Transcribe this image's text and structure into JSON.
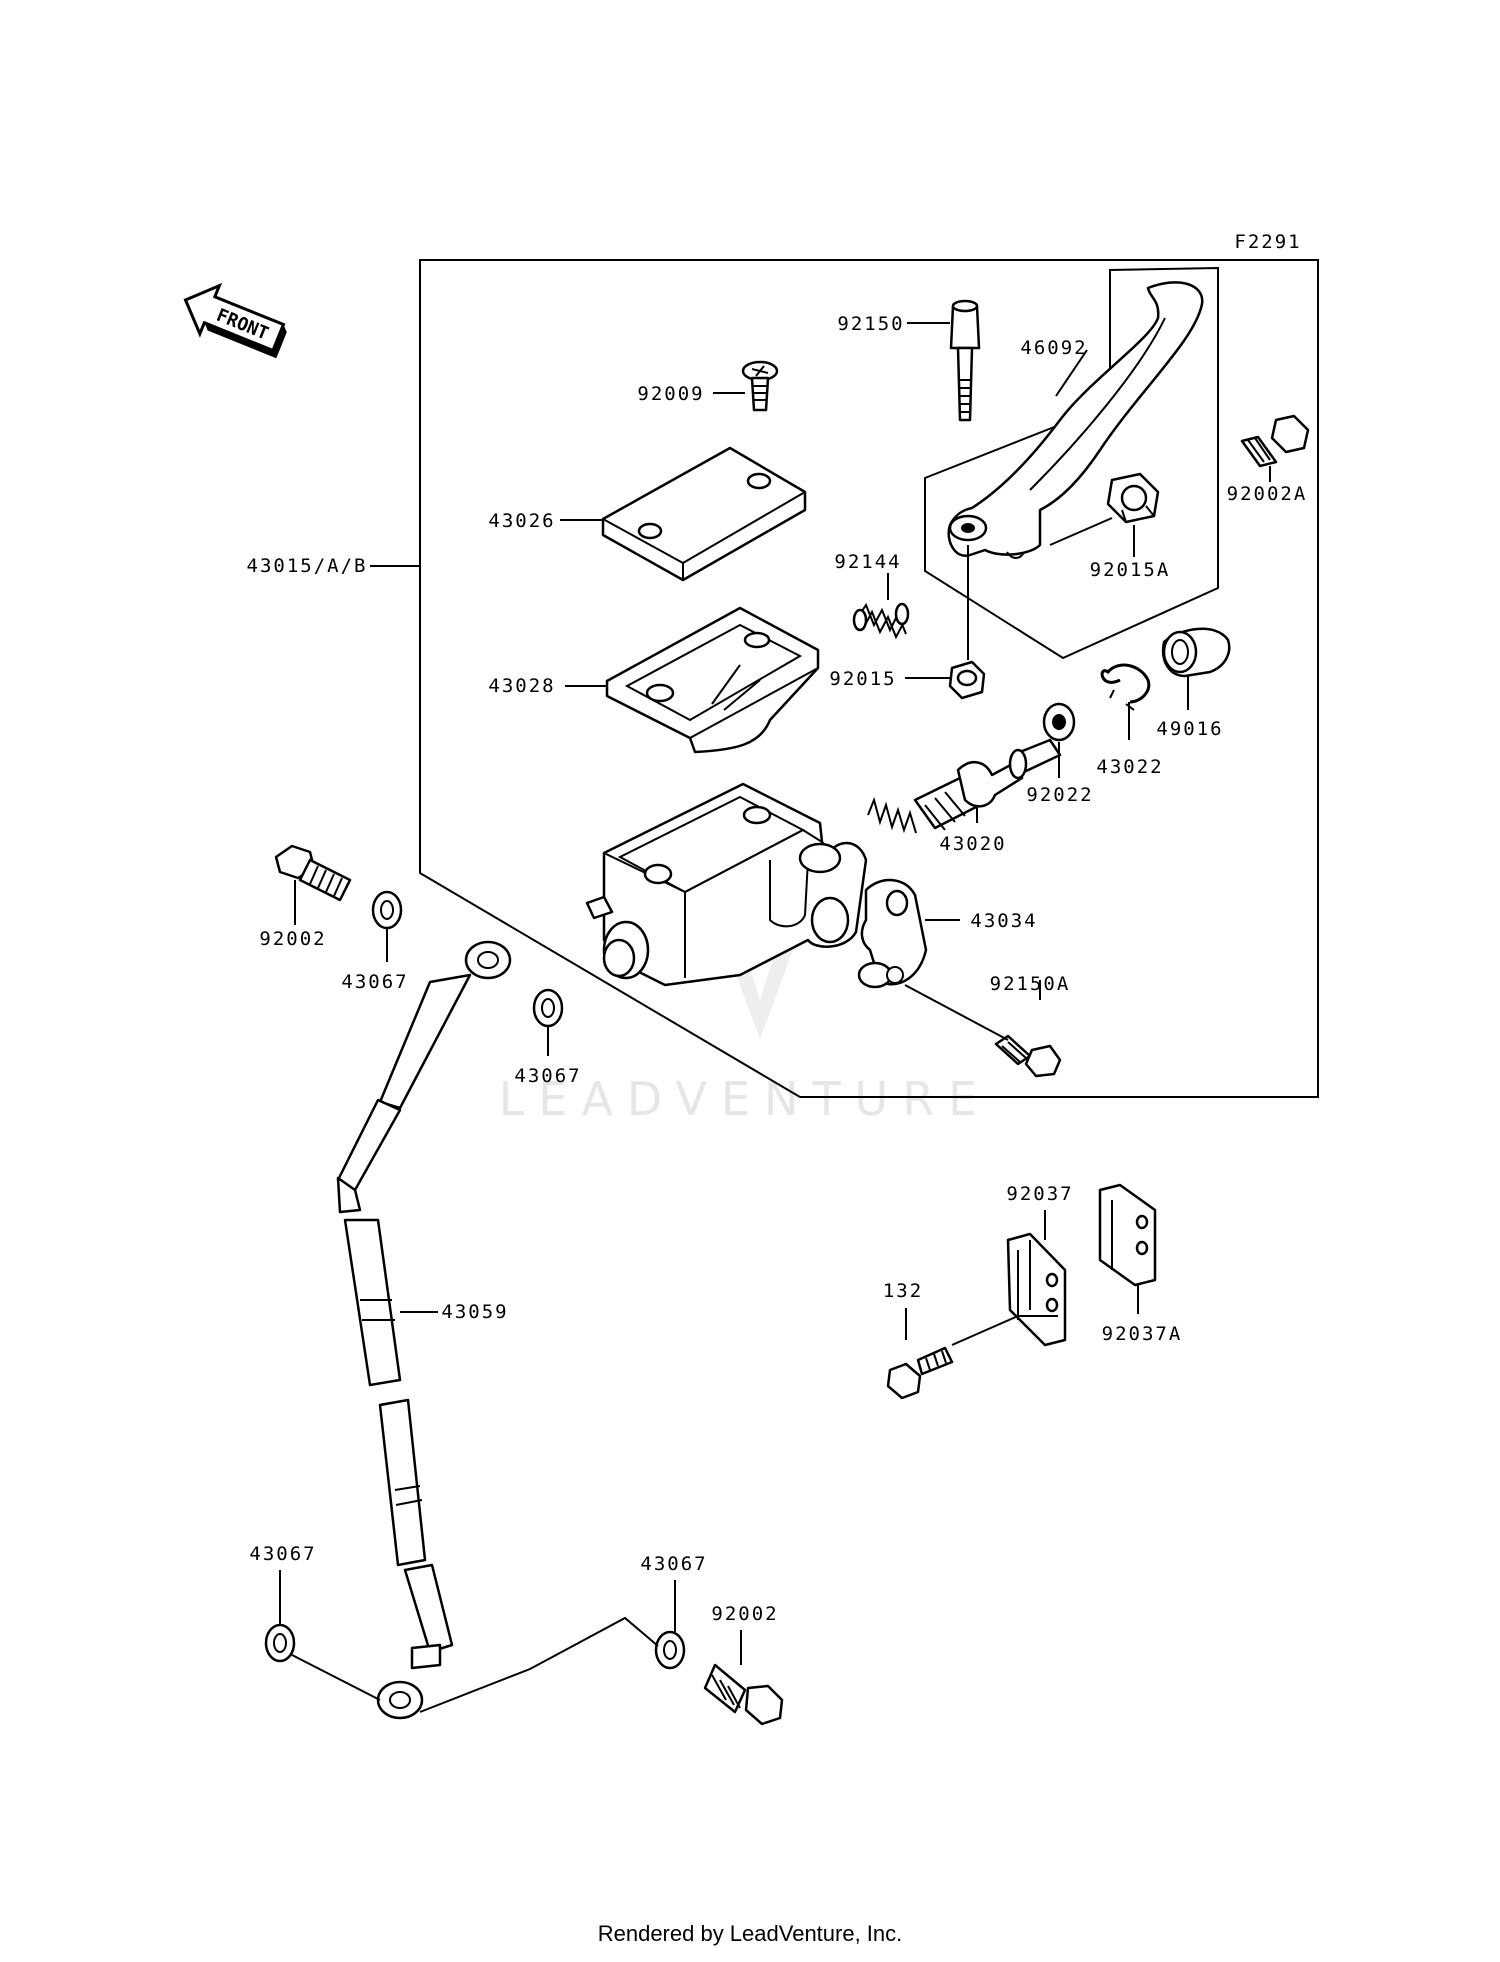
{
  "diagram": {
    "code": "F2291",
    "front_label": "FRONT",
    "watermark": "LEADVENTURE",
    "parts": {
      "p92150": "92150",
      "p46092": "46092",
      "p92009": "92009",
      "p92002A": "92002A",
      "p43026": "43026",
      "p43015": "43015/A/B",
      "p92144": "92144",
      "p92015A": "92015A",
      "p43028": "43028",
      "p92015": "92015",
      "p49016": "49016",
      "p43022": "43022",
      "p92022": "92022",
      "p43020": "43020",
      "p43034": "43034",
      "p92002_top": "92002",
      "p43067_a": "43067",
      "p92150A": "92150A",
      "p43067_b": "43067",
      "p92037": "92037",
      "p132": "132",
      "p92037A": "92037A",
      "p43059": "43059",
      "p43067_c": "43067",
      "p43067_d": "43067",
      "p92002_bottom": "92002"
    }
  },
  "footer": {
    "text": "Rendered by LeadVenture, Inc."
  }
}
